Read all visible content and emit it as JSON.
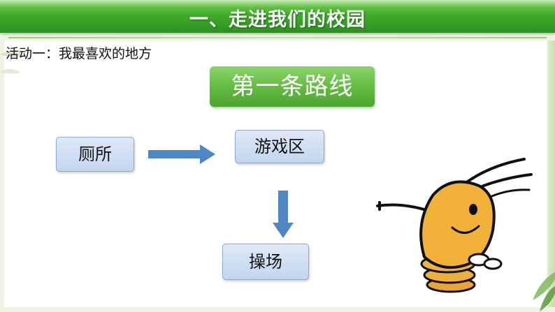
{
  "slide": {
    "title": "一、走进我们的校园",
    "activity": "活动一：我最喜欢的地方"
  },
  "route": {
    "header": "第一条路线",
    "places": {
      "start": "厕所",
      "next": "游戏区",
      "end": "操场"
    }
  },
  "colors": {
    "title_green": "#3fae2b",
    "header_green": "#5fb73f",
    "box_blue": "#c3d5ee",
    "arrow_blue": "#4f86c6",
    "mascot_orange": "#f2b23a"
  },
  "icons": {
    "arrow_right": "arrow-right-icon",
    "arrow_down": "arrow-down-icon",
    "mascot": "shrimp-mascot-icon",
    "decoration": "bamboo-leaf-icon"
  }
}
